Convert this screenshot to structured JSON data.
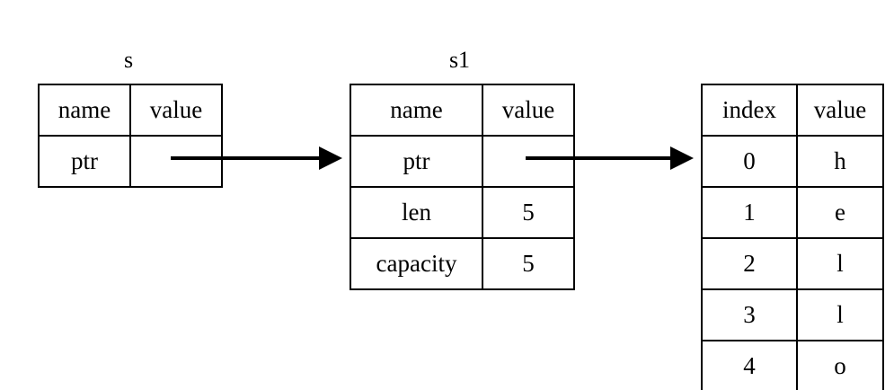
{
  "diagram": {
    "type": "memory-layout-diagram",
    "background_color": "#ffffff",
    "line_color": "#000000"
  },
  "stack_var": {
    "caption": "s",
    "headers": {
      "name": "name",
      "value": "value"
    },
    "rows": [
      {
        "name": "ptr",
        "value": ""
      }
    ]
  },
  "string_struct": {
    "caption": "s1",
    "headers": {
      "name": "name",
      "value": "value"
    },
    "rows": [
      {
        "name": "ptr",
        "value": ""
      },
      {
        "name": "len",
        "value": "5"
      },
      {
        "name": "capacity",
        "value": "5"
      }
    ]
  },
  "buffer": {
    "headers": {
      "index": "index",
      "value": "value"
    },
    "rows": [
      {
        "index": "0",
        "value": "h"
      },
      {
        "index": "1",
        "value": "e"
      },
      {
        "index": "2",
        "value": "l"
      },
      {
        "index": "3",
        "value": "l"
      },
      {
        "index": "4",
        "value": "o"
      }
    ]
  },
  "arrows": [
    {
      "name": "s-ptr-to-s1",
      "from": "s.ptr.value",
      "to": "s1"
    },
    {
      "name": "s1-ptr-to-buffer",
      "from": "s1.ptr.value",
      "to": "buffer"
    }
  ]
}
